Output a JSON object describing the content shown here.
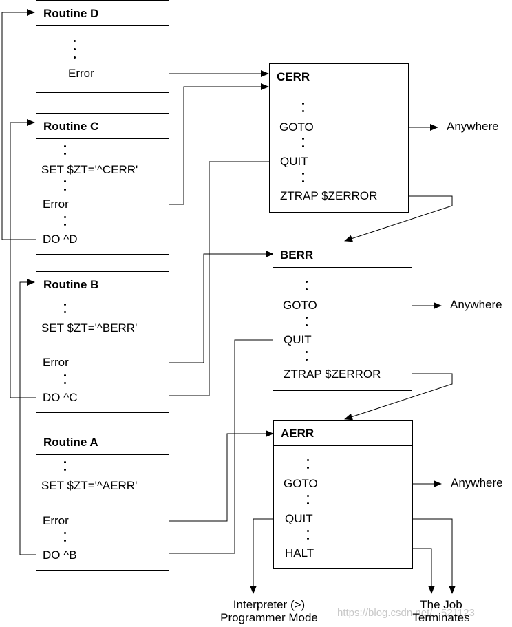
{
  "routines": {
    "d": {
      "title": "Routine D",
      "error": "Error"
    },
    "c": {
      "title": "Routine C",
      "set": "SET $ZT='^CERR'",
      "error": "Error",
      "do": "DO ^D"
    },
    "b": {
      "title": "Routine B",
      "set": "SET $ZT='^BERR'",
      "error": "Error",
      "do": "DO ^C"
    },
    "a": {
      "title": "Routine A",
      "set": "SET $ZT='^AERR'",
      "error": "Error",
      "do": "DO ^B"
    }
  },
  "handlers": {
    "cerr": {
      "title": "CERR",
      "goto": "GOTO",
      "quit": "QUIT",
      "ztrap": "ZTRAP $ZERROR"
    },
    "berr": {
      "title": "BERR",
      "goto": "GOTO",
      "quit": "QUIT",
      "ztrap": "ZTRAP $ZERROR"
    },
    "aerr": {
      "title": "AERR",
      "goto": "GOTO",
      "quit": "QUIT",
      "halt": "HALT"
    }
  },
  "targets": {
    "anywhere": "Anywhere",
    "interpreter_line1": "Interpreter (>)",
    "interpreter_line2": "Programmer Mode",
    "job_line1": "The Job",
    "job_line2": "Terminates"
  },
  "watermark": "https://blog.csdn.net/...521123"
}
